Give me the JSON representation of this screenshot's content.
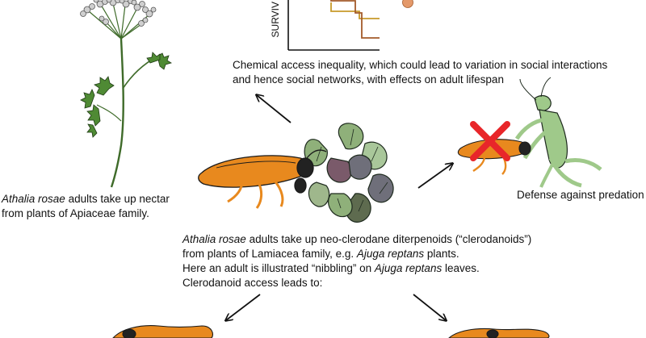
{
  "chart_inset": {
    "ylabel": "SURVIV",
    "series_colors": [
      "#c79a2a",
      "#a35a2a"
    ],
    "marker_color": "#e4996a"
  },
  "chemical_text": {
    "line1": "Chemical access inequality, which could lead to variation in social interactions",
    "line2": "and hence social networks, with effects on adult lifespan"
  },
  "nectar_text": {
    "species": "Athalia rosae",
    "line1_rest": " adults take up nectar",
    "line2": "from plants of Apiaceae family."
  },
  "defense_text": {
    "label": "Defense against predation"
  },
  "main_text": {
    "species": "Athalia rosae",
    "line1_rest": " adults take up neo-clerodane diterpenoids (“clerodanoids”)",
    "line2_a": "from plants of Lamiacea family, e.g. ",
    "line2_species": "Ajuga reptans",
    "line2_b": " plants.",
    "line3_a": "Here an adult is illustrated “nibbling” on ",
    "line3_species": "Ajuga reptans",
    "line3_b": " leaves.",
    "line4": "Clerodanoid access leads to:"
  },
  "colors": {
    "insect_orange": "#e8891e",
    "leaf_green": "#8fb07a",
    "leaf_dark": "#6f6f7a",
    "leaf_purple": "#7a5a6a",
    "stem_green": "#3f6b2a",
    "mantis_green": "#9fc98a",
    "cross_red": "#e8262a"
  },
  "icons": [
    "survival-chart-icon",
    "umbellifer-plant-icon",
    "sawfly-icon",
    "ajuga-leaves-icon",
    "mantis-icon",
    "red-cross-icon",
    "arrow-icon"
  ]
}
